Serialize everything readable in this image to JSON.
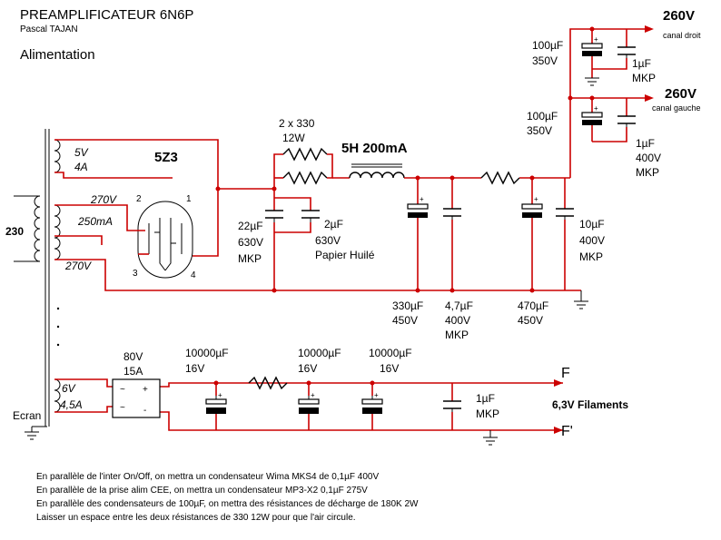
{
  "header": {
    "title": "PREAMPLIFICATEUR 6N6P",
    "author": "Pascal TAJAN",
    "section": "Alimentation"
  },
  "transformer": {
    "primary": "230",
    "w5v": "5V",
    "w4a": "4A",
    "w270a": "270V",
    "w250ma": "250mA",
    "w270b": "270V",
    "w6v": "6V",
    "w45a": "4,5A",
    "screen": "Ecran"
  },
  "rectifier": {
    "tube": "5Z3",
    "p1": "1",
    "p2": "2",
    "p3": "3",
    "p4": "4"
  },
  "hv": {
    "r_val": "2 x 330",
    "r_pow": "12W",
    "choke": "5H 200mA",
    "c1": {
      "v": "22µF",
      "u": "630V",
      "t": "MKP"
    },
    "c2": {
      "v": "2µF",
      "u": "630V",
      "t": "Papier Huilé"
    },
    "c3": {
      "v": "330µF",
      "u": "450V"
    },
    "c4": {
      "v": "4,7µF",
      "u": "400V",
      "t": "MKP"
    },
    "c5": {
      "v": "470µF",
      "u": "450V"
    },
    "c6": {
      "v": "10µF",
      "u": "400V",
      "t": "MKP"
    },
    "out1": {
      "v": "260V",
      "ch": "canal droit",
      "ca": "100µF",
      "cb": "350V",
      "cc": "1µF",
      "cd": "MKP"
    },
    "out2": {
      "v": "260V",
      "ch": "canal gauche",
      "ca": "100µF",
      "cb": "350V",
      "cc": "1µF",
      "cd": "400V",
      "ce": "MKP"
    }
  },
  "lv": {
    "bridge_v": "80V",
    "bridge_a": "15A",
    "plus": "+",
    "minus": "-",
    "tilde": "~",
    "c1": {
      "v": "10000µF",
      "u": "16V"
    },
    "c2": {
      "v": "10000µF",
      "u": "16V"
    },
    "c3": {
      "v": "10000µF",
      "u": "16V"
    },
    "c4": {
      "v": "1µF",
      "t": "MKP"
    },
    "out_f": "F",
    "out_fp": "F'",
    "label": "6,3V Filaments"
  },
  "notes": [
    "En parallèle de l'inter On/Off, on mettra un condensateur Wima MKS4 de 0,1µF 400V",
    "En parallèle de la prise alim CEE, on mettra un condensateur MP3-X2  0,1µF 275V",
    "En parallèle des condensateurs de 100µF, on mettra des résistances de décharge de 180K 2W",
    "Laisser un espace entre les deux résistances de 330  12W pour que l'air circule."
  ]
}
